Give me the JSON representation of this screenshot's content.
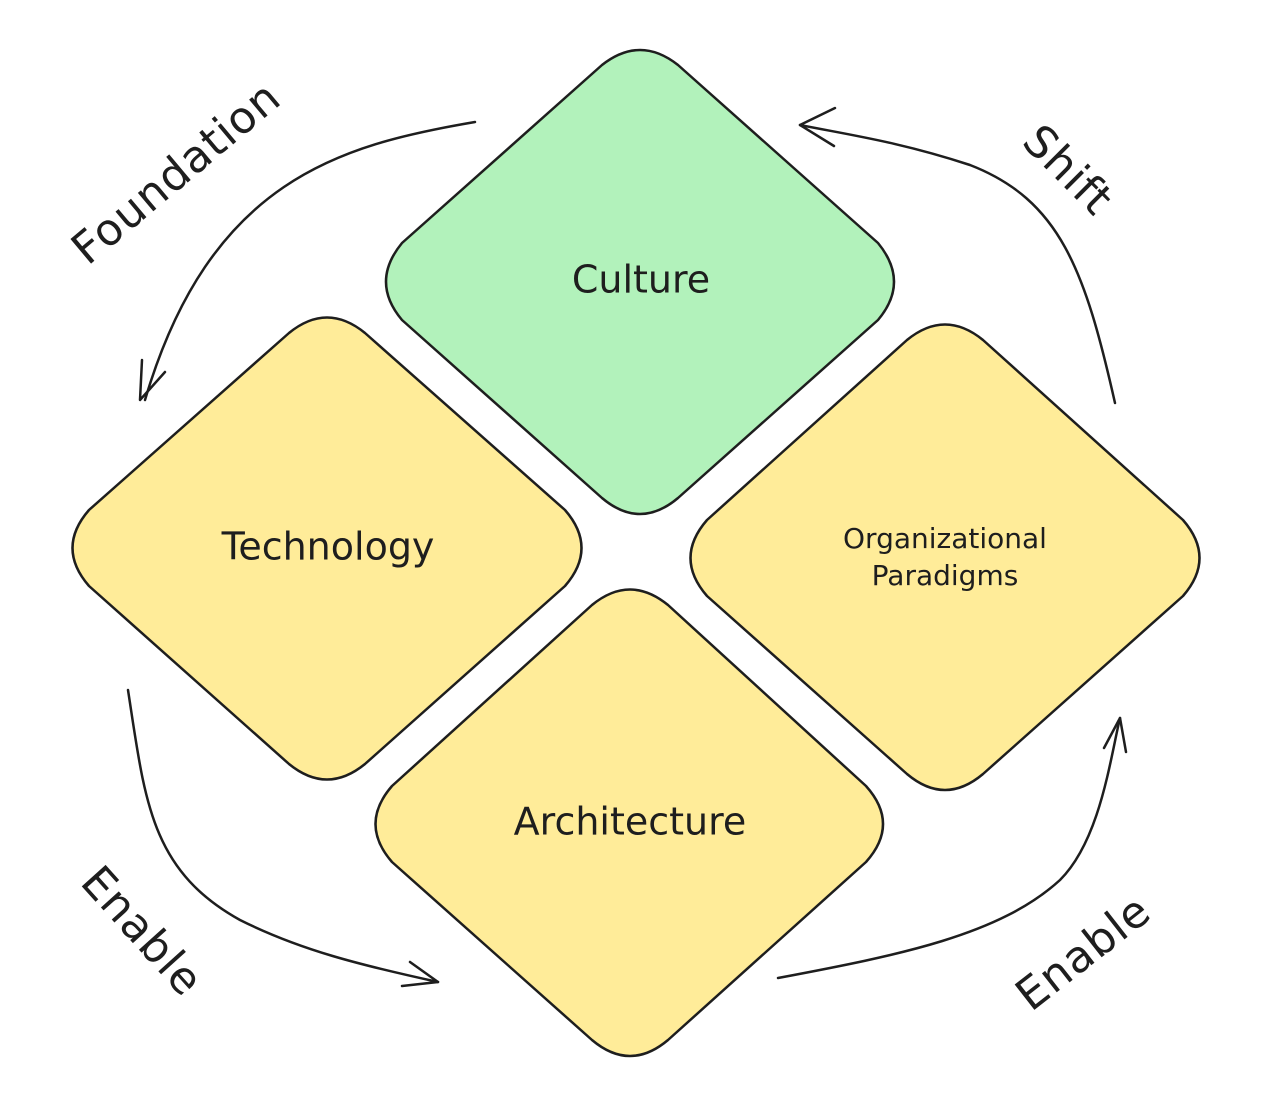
{
  "colors": {
    "culture_fill": "#b2f2bb",
    "yellow_fill": "#ffec99",
    "stroke": "#1e1e1e",
    "background": "#ffffff"
  },
  "nodes": {
    "culture": "Culture",
    "technology": "Technology",
    "organizational_line1": "Organizational",
    "organizational_line2": "Paradigms",
    "architecture": "Architecture"
  },
  "edges": {
    "foundation": "Foundation",
    "shift": "Shift",
    "enable_left": "Enable",
    "enable_right": "Enable"
  }
}
